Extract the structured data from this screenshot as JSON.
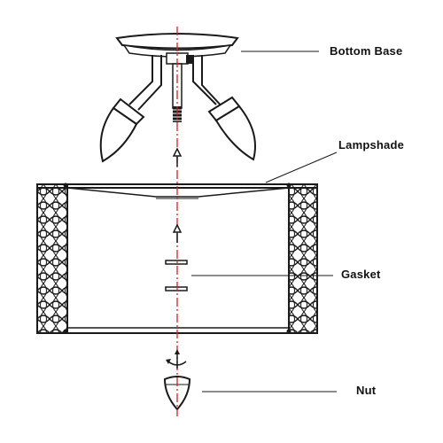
{
  "diagram": {
    "labels": {
      "bottom_base": "Bottom Base",
      "lampshade": "Lampshade",
      "gasket": "Gasket",
      "nut": "Nut"
    },
    "colors": {
      "line": "#1a1a1a",
      "axis": "#d62020",
      "fill": "#ffffff"
    }
  }
}
